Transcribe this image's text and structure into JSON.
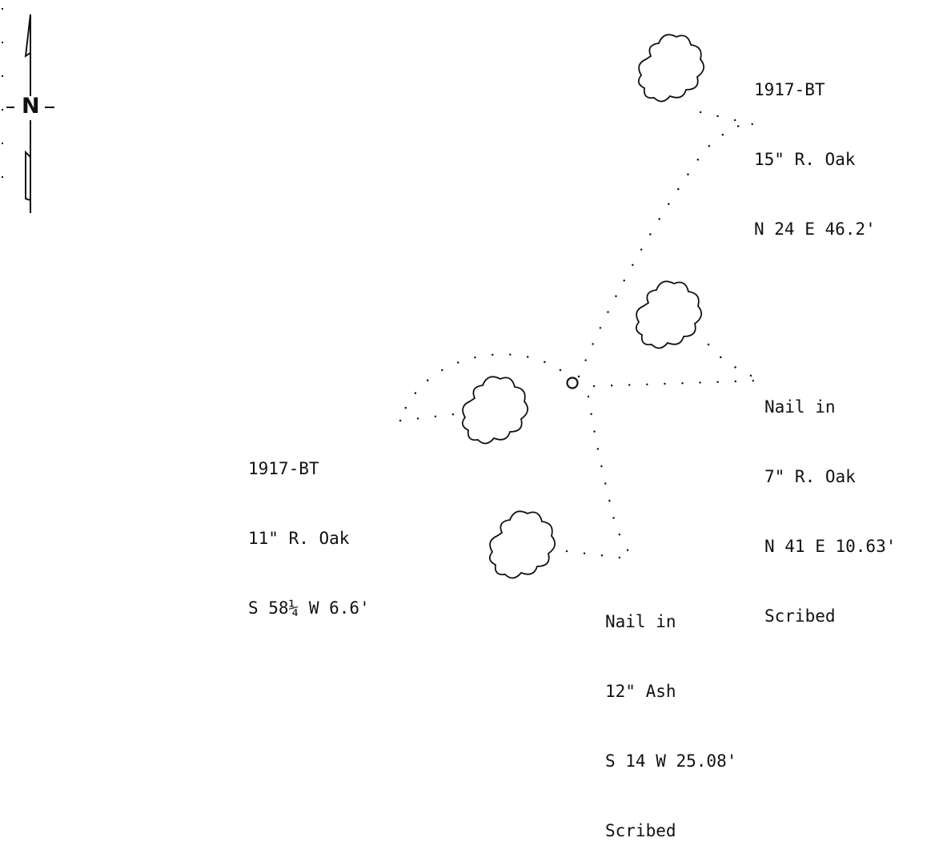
{
  "compass": {
    "letter": "N"
  },
  "points": [
    {
      "id": "ne",
      "lines": [
        "1917-BT",
        "15\" R. Oak",
        "N 24 E 46.2'"
      ]
    },
    {
      "id": "e",
      "lines": [
        "Nail in",
        "7\" R. Oak",
        "N 41 E 10.63'",
        "Scribed"
      ]
    },
    {
      "id": "sw",
      "lines": [
        "1917-BT",
        "11\" R. Oak",
        "S 58¼ W 6.6'"
      ]
    },
    {
      "id": "s",
      "lines": [
        "Nail in",
        "12\" Ash",
        "S 14 W 25.08'",
        "Scribed"
      ]
    }
  ],
  "center_mark": "o"
}
